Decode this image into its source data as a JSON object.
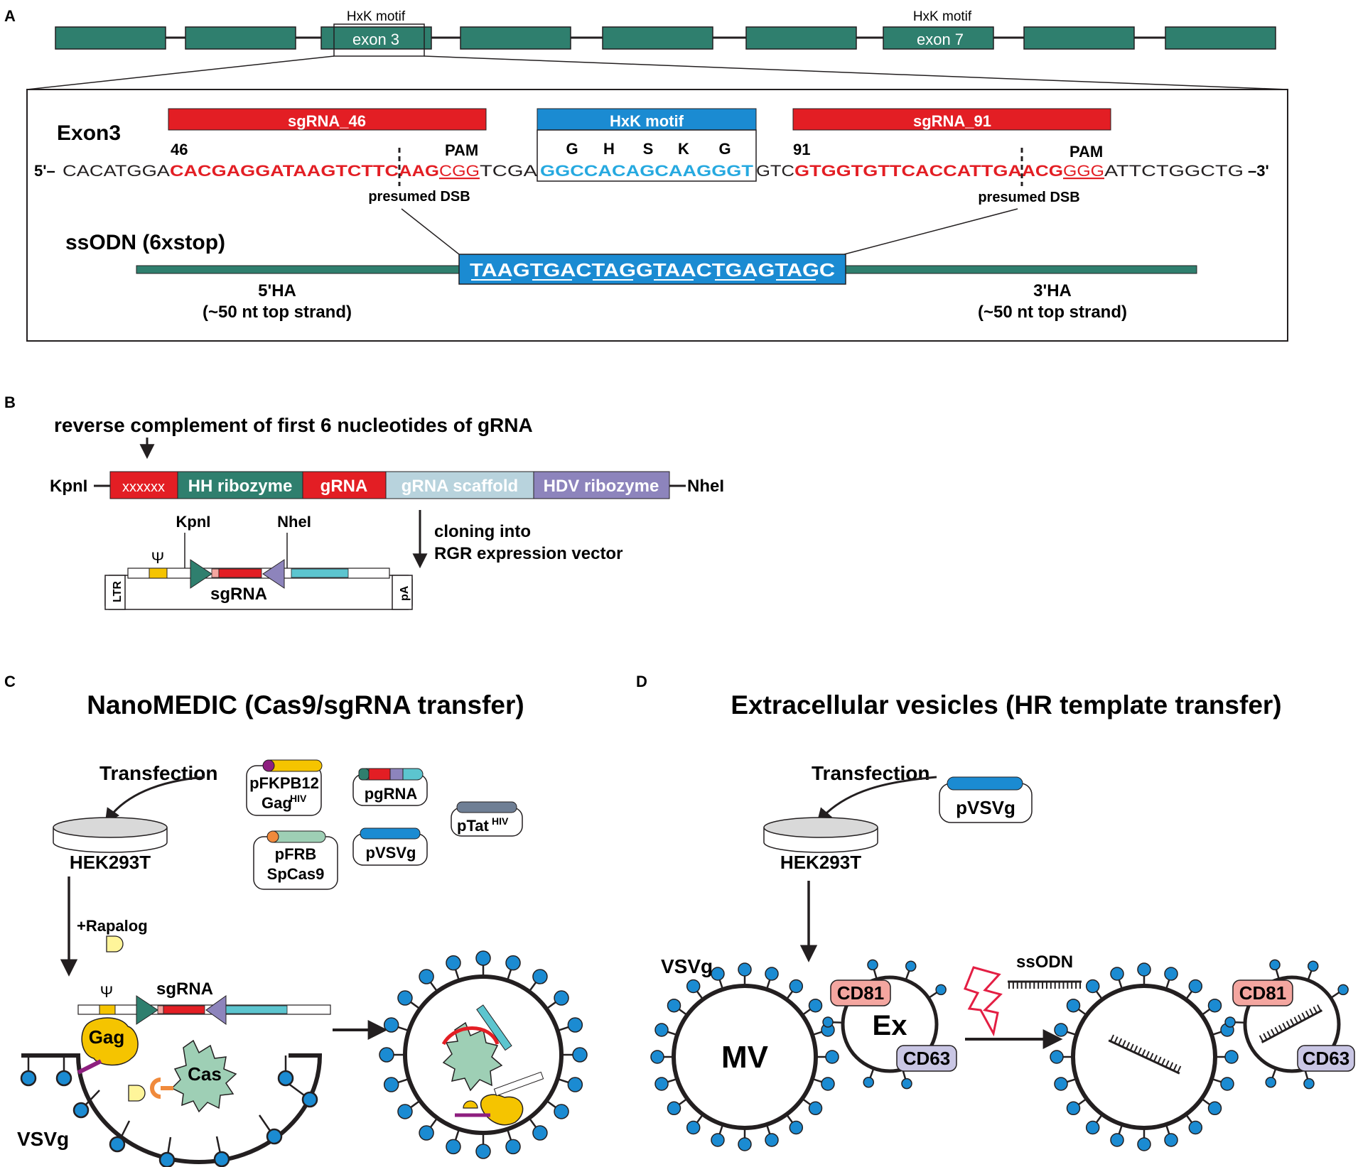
{
  "colors": {
    "exon_teal": "#2f7f6e",
    "red": "#e31e24",
    "blue": "#1b8bd2",
    "seq_blue": "#26a9e0",
    "scaffold": "#b8d3dd",
    "hdv": "#8d84bc",
    "yellow": "#f5c400",
    "pink_cd81": "#f4a6a0",
    "lavender_cd63": "#c9c6e4",
    "cas_green": "#9ecfb5"
  },
  "panelA": {
    "label": "A",
    "motif_left": "HxK motif",
    "motif_right": "HxK motif",
    "exon3": "exon 3",
    "exon7": "exon 7",
    "exon_title": "Exon3",
    "sg46": "sgRNA_46",
    "hxk_bar": "HxK motif",
    "sg91": "sgRNA_91",
    "num46": "46",
    "num91": "91",
    "pam1": "PAM",
    "pam2": "PAM",
    "aa": [
      "G",
      "H",
      "S",
      "K",
      "G"
    ],
    "five_prime": "5'–",
    "three_prime": "–3'",
    "seq1": "CACATGGA",
    "seq2": "CACGAGGATAAGTCTTC",
    "seq3": "AAG",
    "seq4": "CGG",
    "seq5": "TCGA",
    "seq6": "GGCCACAGCAAGGGT",
    "seq7": "GTC",
    "seq8": "GTGGTGTTCACCATTGA",
    "seq9": "ACG",
    "seq10": "GGG",
    "seq11": "ATTCTGGCTG",
    "dsb1": "presumed DSB",
    "dsb2": "presumed DSB",
    "ssodn": "ssODN (6xstop)",
    "stop_seq": "TAAGTGACTAGGTAACTGAGTAGC",
    "ha5": "5'HA",
    "ha5_sub": "(~50 nt top strand)",
    "ha3": "3'HA",
    "ha3_sub": "(~50 nt top strand)"
  },
  "panelB": {
    "label": "B",
    "title": "reverse complement of first 6 nucleotides of gRNA",
    "kpn": "KpnI",
    "nhe": "NheI",
    "seg1": "xxxxxx",
    "seg2": "HH ribozyme",
    "seg3": "gRNA",
    "seg4": "gRNA scaffold",
    "seg5": "HDV ribozyme",
    "clone1": "cloning into",
    "clone2": "RGR expression vector",
    "vec_kpn": "KpnI",
    "vec_nhe": "NheI",
    "psi": "Ψ",
    "ltr": "LTR",
    "pa": "pA",
    "sgrna": "sgRNA"
  },
  "panelC": {
    "label": "C",
    "title": "NanoMEDIC (Cas9/sgRNA transfer)",
    "transfection": "Transfection",
    "cells": "HEK293T",
    "p1a": "pFKPB12",
    "p1b": "Gag",
    "p1c": "HIV",
    "p2": "pgRNA",
    "p3a": "pTat",
    "p3b": "HIV",
    "p4a": "pFRB",
    "p4b": "SpCas9",
    "p5": "pVSVg",
    "rapalog": "+Rapalog",
    "psi": "Ψ",
    "sgrna": "sgRNA",
    "gag": "Gag",
    "cas": "Cas",
    "vsvg": "VSVg"
  },
  "panelD": {
    "label": "D",
    "title": "Extracellular vesicles (HR template transfer)",
    "transfection": "Transfection",
    "plasmid": "pVSVg",
    "cells": "HEK293T",
    "vsvg": "VSVg",
    "mv": "MV",
    "ex": "Ex",
    "cd81": "CD81",
    "cd63": "CD63",
    "ssodn": "ssODN",
    "cd81b": "CD81",
    "cd63b": "CD63"
  }
}
